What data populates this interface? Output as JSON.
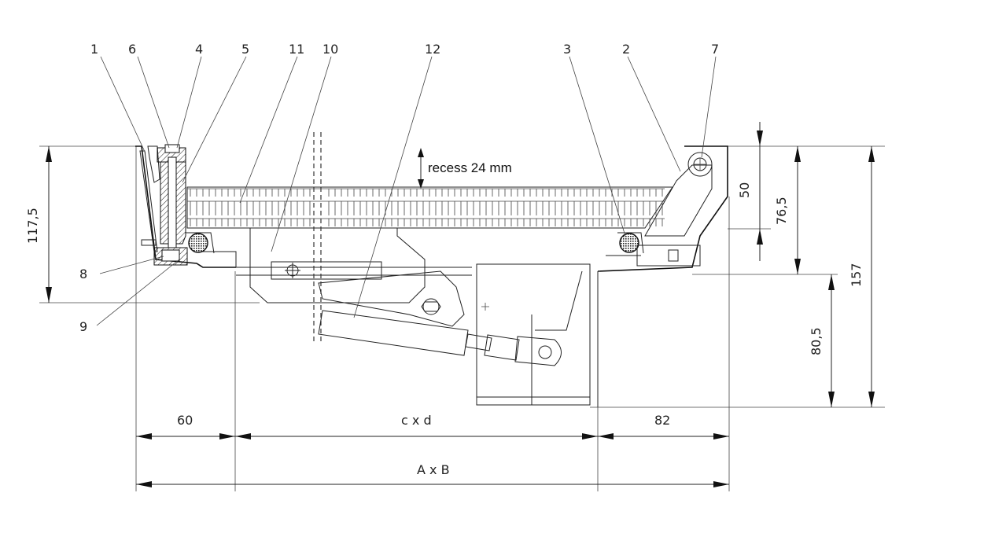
{
  "labels": {
    "l1": "1",
    "l6": "6",
    "l4": "4",
    "l5": "5",
    "l11": "11",
    "l10": "10",
    "l12": "12",
    "l3": "3",
    "l2": "2",
    "l7": "7",
    "l8": "8",
    "l9": "9"
  },
  "annotation": {
    "recess": "recess 24 mm"
  },
  "dimensions": {
    "d60": "60",
    "dcxd": "c x d",
    "d82": "82",
    "dAxB": "A x B",
    "d117_5": "117,5",
    "d50": "50",
    "d76_5": "76,5",
    "d80_5": "80,5",
    "d157": "157"
  },
  "colors": {
    "line": "#222222",
    "background": "#ffffff",
    "gasket_fill": "#333333"
  }
}
